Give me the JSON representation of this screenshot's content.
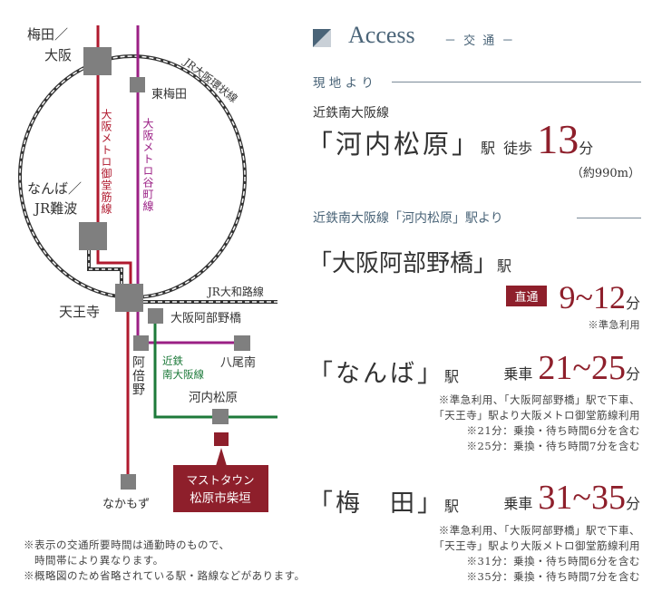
{
  "header": {
    "title": "Access",
    "subtitle": "－ 交 通 －"
  },
  "colors": {
    "accent": "#8e1f2b",
    "midosuji": "#b0192e",
    "tanimachi": "#9b2085",
    "kintetsu": "#1d7a3a",
    "station": "#7f7f7f",
    "heading": "#4a6478"
  },
  "map": {
    "stations": {
      "umeda": "梅田／",
      "osaka": "大阪",
      "higashi_umeda": "東梅田",
      "namba": "なんば／",
      "jr_namba": "JR難波",
      "tennoji": "天王寺",
      "abenobashi": "大阪阿部野橋",
      "abeno": "阿倍野",
      "yaominami": "八尾南",
      "kawachi_matsubara": "河内松原",
      "nakamozu": "なかもず"
    },
    "lines": {
      "loop": "JR大阪環状線",
      "midosuji": "大阪メトロ御堂筋線",
      "tanimachi": "大阪メトロ谷町線",
      "yamatoji": "JR大和路線",
      "kintetsu_1": "近鉄",
      "kintetsu_2": "南大阪線"
    },
    "site_label_1": "マストタウン",
    "site_label_2": "松原市柴垣"
  },
  "notes": [
    "※表示の交通所要時間は通勤時のもので、",
    "　時間帯により異なります。",
    "※概略図のため省略されている駅・路線などがあります。"
  ],
  "from_site": {
    "heading": "現 地 よ り",
    "line": "近鉄南大阪線",
    "station": "「河内松原」",
    "eki": "駅",
    "mode": "徒歩",
    "minutes": "13",
    "unit": "分",
    "distance": "（約990m）"
  },
  "from_station": {
    "heading": "近鉄南大阪線「河内松原」駅より",
    "routes": [
      {
        "station": "「大阪阿部野橋」",
        "eki": "駅",
        "badge": "直通",
        "minutes": "9~12",
        "unit": "分",
        "notes": [
          "※準急利用"
        ]
      },
      {
        "station": "「なんば」",
        "eki": "駅",
        "mode": "乗車",
        "minutes": "21~25",
        "unit": "分",
        "notes": [
          "※準急利用、「大阪阿部野橋」駅で下車、",
          "「天王寺」駅より大阪メトロ御堂筋線利用",
          "※21分：乗換・待ち時間6分を含む",
          "※25分：乗換・待ち時間7分を含む"
        ]
      },
      {
        "station": "「梅　田」",
        "eki": "駅",
        "mode": "乗車",
        "minutes": "31~35",
        "unit": "分",
        "notes": [
          "※準急利用、「大阪阿部野橋」駅で下車、",
          "「天王寺」駅より大阪メトロ御堂筋線利用",
          "※31分：乗換・待ち時間6分を含む",
          "※35分：乗換・待ち時間7分を含む"
        ]
      }
    ]
  }
}
